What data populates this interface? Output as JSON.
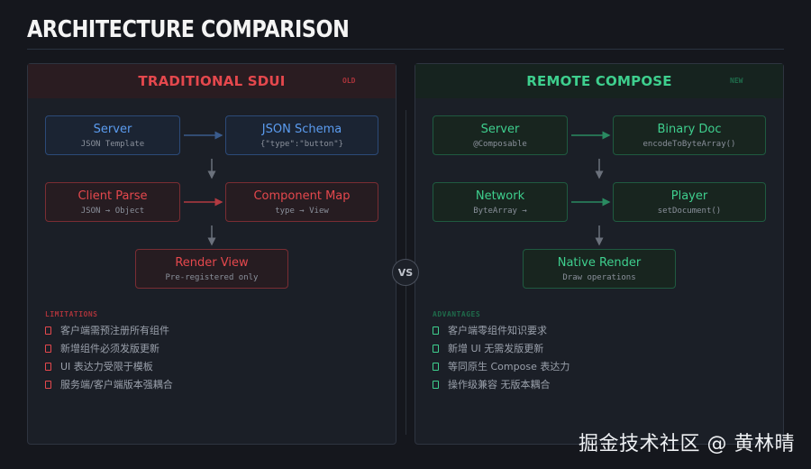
{
  "title": "ARCHITECTURE COMPARISON",
  "left": {
    "title": "TRADITIONAL SDUI",
    "tag": "OLD",
    "nodes": [
      {
        "label": "Server",
        "sub": "JSON Template"
      },
      {
        "label": "JSON Schema",
        "sub": "{\"type\":\"button\"}"
      },
      {
        "label": "Client Parse",
        "sub": "JSON → Object"
      },
      {
        "label": "Component Map",
        "sub": "type → View"
      },
      {
        "label": "Render View",
        "sub": "Pre-registered only"
      }
    ],
    "list_title": "LIMITATIONS",
    "items": [
      "客户端需预注册所有组件",
      "新增组件必须发版更新",
      "UI 表达力受限于模板",
      "服务端/客户端版本强耦合"
    ]
  },
  "right": {
    "title": "REMOTE COMPOSE",
    "tag": "NEW",
    "nodes": [
      {
        "label": "Server",
        "sub": "@Composable"
      },
      {
        "label": "Binary Doc",
        "sub": "encodeToByteArray()"
      },
      {
        "label": "Network",
        "sub": "ByteArray →"
      },
      {
        "label": "Player",
        "sub": "setDocument()"
      },
      {
        "label": "Native Render",
        "sub": "Draw operations"
      }
    ],
    "list_title": "ADVANTAGES",
    "items": [
      "客户端零组件知识要求",
      "新增 UI 无需发版更新",
      "等同原生 Compose 表达力",
      "操作级兼容 无版本耦合"
    ]
  },
  "vs": "VS",
  "watermark": "掘金技术社区 @ 黄林晴",
  "colors": {
    "background": "#15171d",
    "red": "#e5484d",
    "blue": "#5b9cf0",
    "green": "#3ecf8e"
  }
}
